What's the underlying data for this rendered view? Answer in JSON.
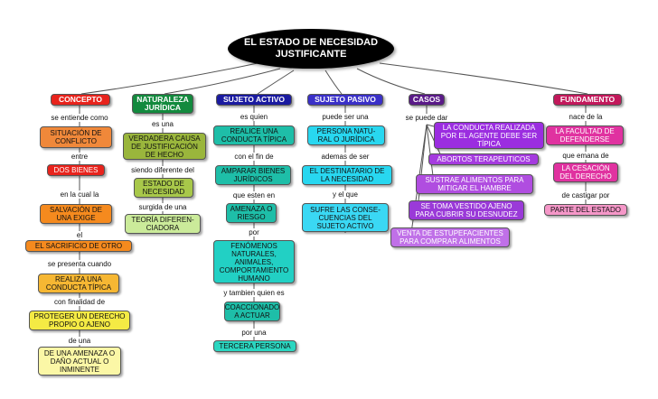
{
  "title_line1": "EL ESTADO DE NECESIDAD",
  "title_line2": "JUSTIFICANTE",
  "colors": {
    "concepto_header": "#e8231c",
    "naturaleza_header": "#138a3e",
    "sujeto_activo_header": "#1a1aa0",
    "sujeto_pasivo_header": "#3a30c8",
    "casos_header": "#5a1a88",
    "fundamento_header": "#c2185b"
  },
  "headers": {
    "concepto": "CONCEPTO",
    "naturaleza": "NATURALEZA JURÍDICA",
    "sujeto_activo": "SUJETO ACTIVO",
    "sujeto_pasivo": "SUJETO PASIVO",
    "casos": "CASOS",
    "fundamento": "FUNDAMENTO"
  },
  "concepto": {
    "l1": "se entiende como",
    "n1": "SITUACIÓN DE CONFLICTO",
    "l2": "entre",
    "n2": "DOS BIENES",
    "l3": "en la cual la",
    "n3": "SALVACIÓN DE UNA EXIGE",
    "l4": "el",
    "n4": "EL SACRIFICIO DE OTRO",
    "l5": "se presenta cuando",
    "n5": "REALIZA UNA CONDUCTA TÍPICA",
    "l6": "con finalidad de",
    "n6": "PROTEGER UN DERECHO PROPIO O AJENO",
    "l7": "de una",
    "n7": "DE UNA AMENAZA O DAÑO ACTUAL O INMINENTE"
  },
  "naturaleza": {
    "l1": "es una",
    "n1": "VERDADERA CAUSA DE JUSTIFICACIÓN DE HECHO",
    "l2": "siendo diferente del",
    "n2": "ESTADO DE NECESIDAD",
    "l3": "surgida de una",
    "n3": "TEORÍA DIFEREN-CIADORA"
  },
  "sujeto_activo": {
    "l1": "es quien",
    "n1": "REALICE UNA CONDUCTA TÍPICA",
    "l2": "con el fin de",
    "n2": "AMPARAR BIENES JURÍDICOS",
    "l3": "que esten en",
    "n3": "AMENAZA O RIESGO",
    "l4": "por",
    "n4": "FENÓMENOS NATURALES, ANIMALES, COMPORTAMIENTO HUMANO",
    "l5": "y tambien quien es",
    "n5": "COACCIONADO A ACTUAR",
    "l6": "por una",
    "n6": "TERCERA PERSONA"
  },
  "sujeto_pasivo": {
    "l1": "puede ser una",
    "n1": "PERSONA NATU-RAL O JURÍDICA",
    "l2": "ademas de ser",
    "n2": "EL DESTINATARIO DE LA NECESIDAD",
    "l3": "y el que",
    "n3": "SUFRE LAS CONSE-CUENCIAS DEL SUJETO ACTIVO"
  },
  "casos": {
    "l1": "se puede dar",
    "items": [
      "LA CONDUCTA REALIZADA POR EL AGENTE DEBE SER TÍPICA",
      "ABORTOS TERAPEUTICOS",
      "SUSTRAE ALIMENTOS PARA MITIGAR EL HAMBRE",
      "SE TOMA VESTIDO AJENO PARA CUBRIR SU DESNUDEZ",
      "VENTA DE ESTUPEFACIENTES PARA COMPRAR ALIMENTOS"
    ]
  },
  "fundamento": {
    "l1": "nace de la",
    "n1": "LA FACULTAD DE DEFENDERSE",
    "l2": "que emana de",
    "n2": "LA CESACIÓN DEL DERECHO",
    "l3": "de castigar por",
    "n3": "PARTE DEL ESTADO"
  }
}
